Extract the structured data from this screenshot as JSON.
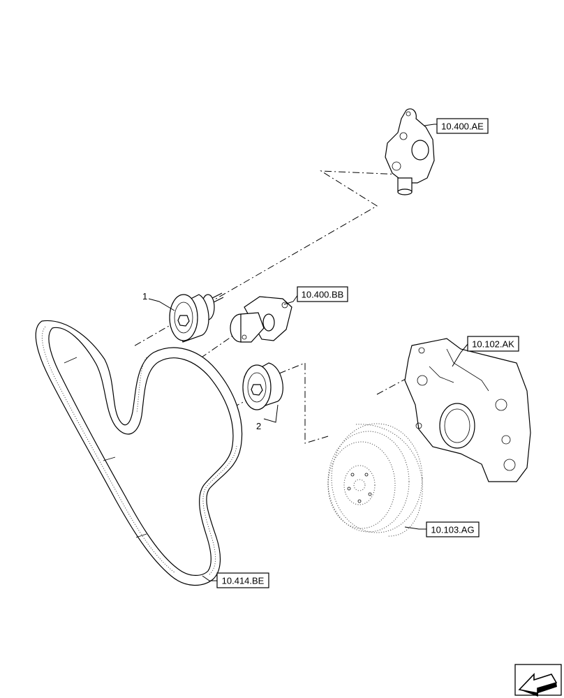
{
  "callouts": {
    "item_1": "1",
    "item_2": "2"
  },
  "references": {
    "ref_10_400_AE": "10.400.AE",
    "ref_10_400_BB": "10.400.BB",
    "ref_10_102_AK": "10.102.AK",
    "ref_10_103_AG": "10.103.AG",
    "ref_10_414_BE": "10.414.BE"
  },
  "icons": {
    "nav": "next-page-arrow-icon"
  }
}
